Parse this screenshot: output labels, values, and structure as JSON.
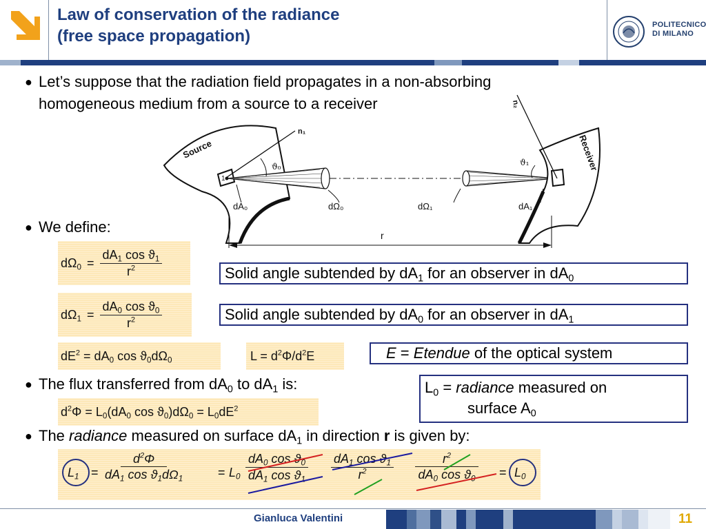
{
  "header": {
    "title_line1": "Law of conservation of the radiance",
    "title_line2": "(free space propagation)",
    "institution_line1": "POLITECNICO",
    "institution_line2": "DI MILANO"
  },
  "bullets": {
    "b1_line1": "Let’s suppose that the radiation field propagates in a non-absorbing",
    "b1_line2": "homogeneous medium from a source to a receiver",
    "b2": "We define:",
    "b3_pre": "The flux transferred from dA",
    "b3_sub0": "0",
    "b3_mid": " to dA",
    "b3_sub1": "1",
    "b3_post": " is:",
    "b4_pre": "The ",
    "b4_italic": "radiance",
    "b4_mid": " measured on surface dA",
    "b4_sub": "1",
    "b4_mid2": " in direction ",
    "b4_bold": "r",
    "b4_post": " is given by:"
  },
  "diagram": {
    "source_label": "Source",
    "receiver_label": "Receiver",
    "n1": "n₁",
    "n2": "n₂",
    "theta0": "ϑ₀",
    "theta1": "ϑ₁",
    "p1": "1",
    "p2": "2",
    "dA0": "dA₀",
    "dOmega0": "dΩ₀",
    "dOmega1": "dΩ₁",
    "dA1": "dA₁",
    "r": "r"
  },
  "notes": {
    "solid1_pre": "Solid angle subtended by dA",
    "solid1_sub_a": "1",
    "solid1_mid": " for an observer in dA",
    "solid1_sub_b": "0",
    "solid2_pre": "Solid angle subtended by dA",
    "solid2_sub_a": "0",
    "solid2_mid": " for an observer in dA",
    "solid2_sub_b": "1",
    "etendue_E": "E",
    "etendue_eq": " = ",
    "etendue_word": "Etendue",
    "etendue_rest": " of the optical system",
    "radiance_L": "L",
    "radiance_L_sub": "0",
    "radiance_eq": " = ",
    "radiance_word": "radiance",
    "radiance_rest1": " measured on",
    "radiance_rest2": "surface A",
    "radiance_rest2_sub": "0"
  },
  "footer": {
    "author": "Gianluca Valentini",
    "page": "11"
  },
  "colors": {
    "title_blue": "#1f3f7f",
    "frame_blue": "#24307f",
    "accent_orange": "#f2a21b",
    "formula_bg": "#fde8b8",
    "page_number": "#e0a800"
  }
}
